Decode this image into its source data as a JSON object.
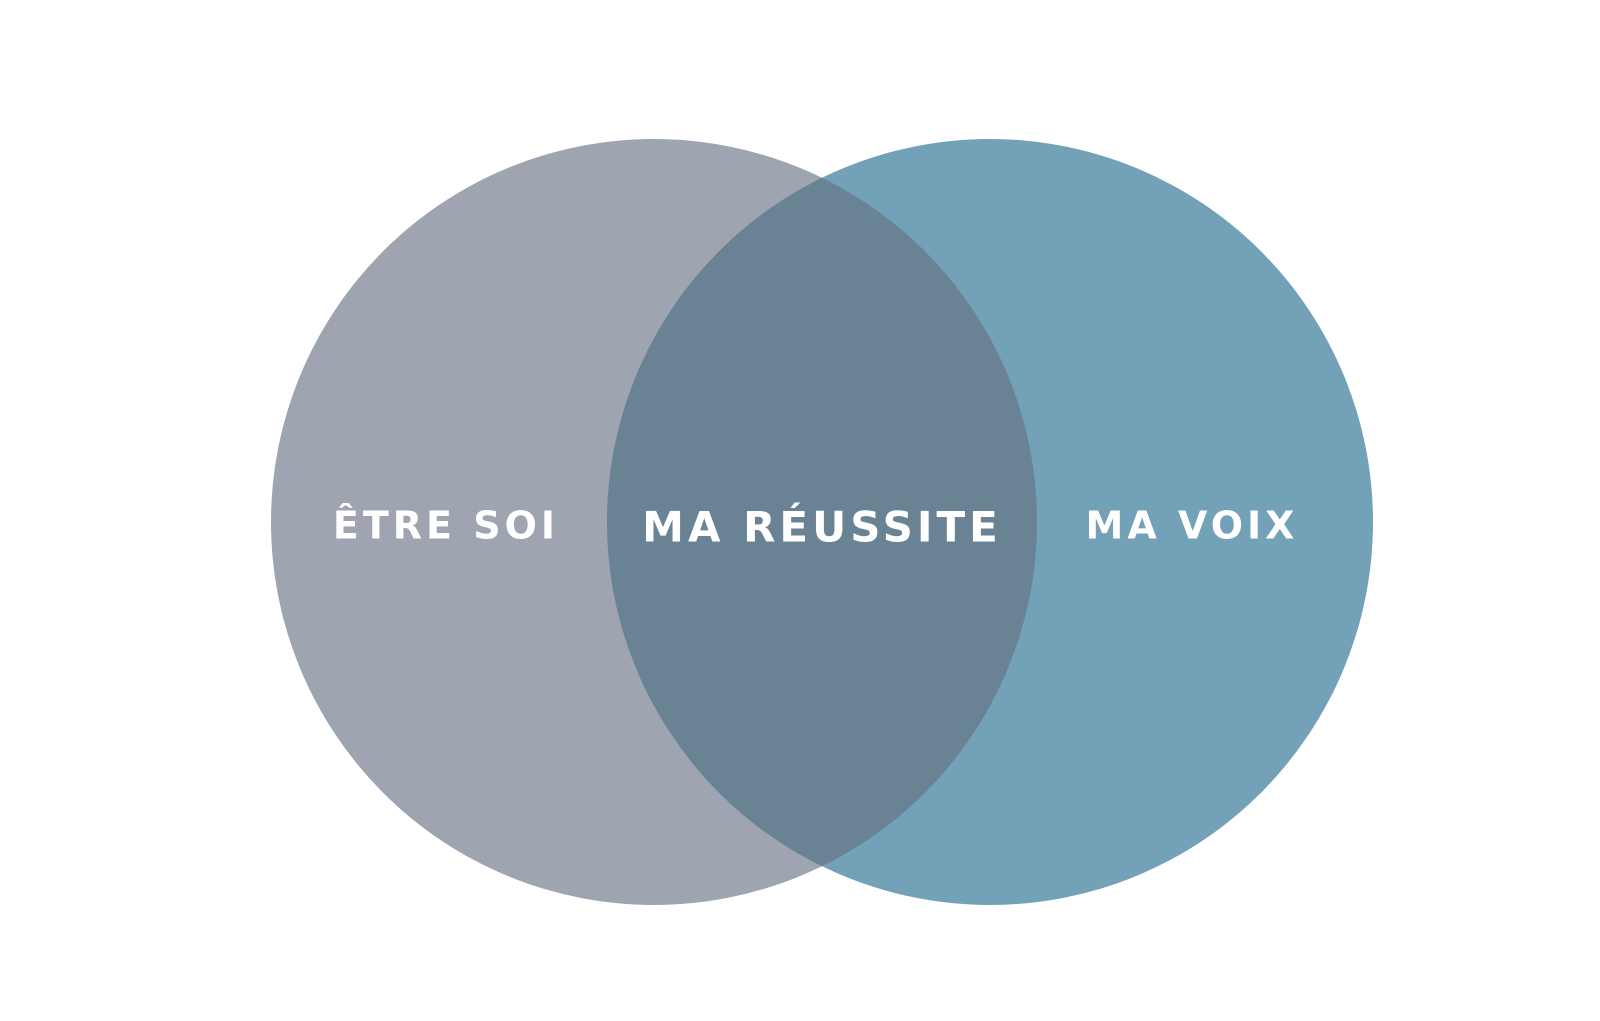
{
  "diagram": {
    "type": "venn",
    "colors": {
      "background": "#ffffff",
      "left_circle": "#9ea4b0",
      "right_circle": "#72a1b8",
      "overlap": "#698395",
      "label": "#ffffff"
    },
    "sets": [
      {
        "id": "left",
        "label": "ÊTRE SOI"
      },
      {
        "id": "right",
        "label": "MA VOIX"
      }
    ],
    "intersection": {
      "label": "MA RÉUSSITE"
    }
  }
}
